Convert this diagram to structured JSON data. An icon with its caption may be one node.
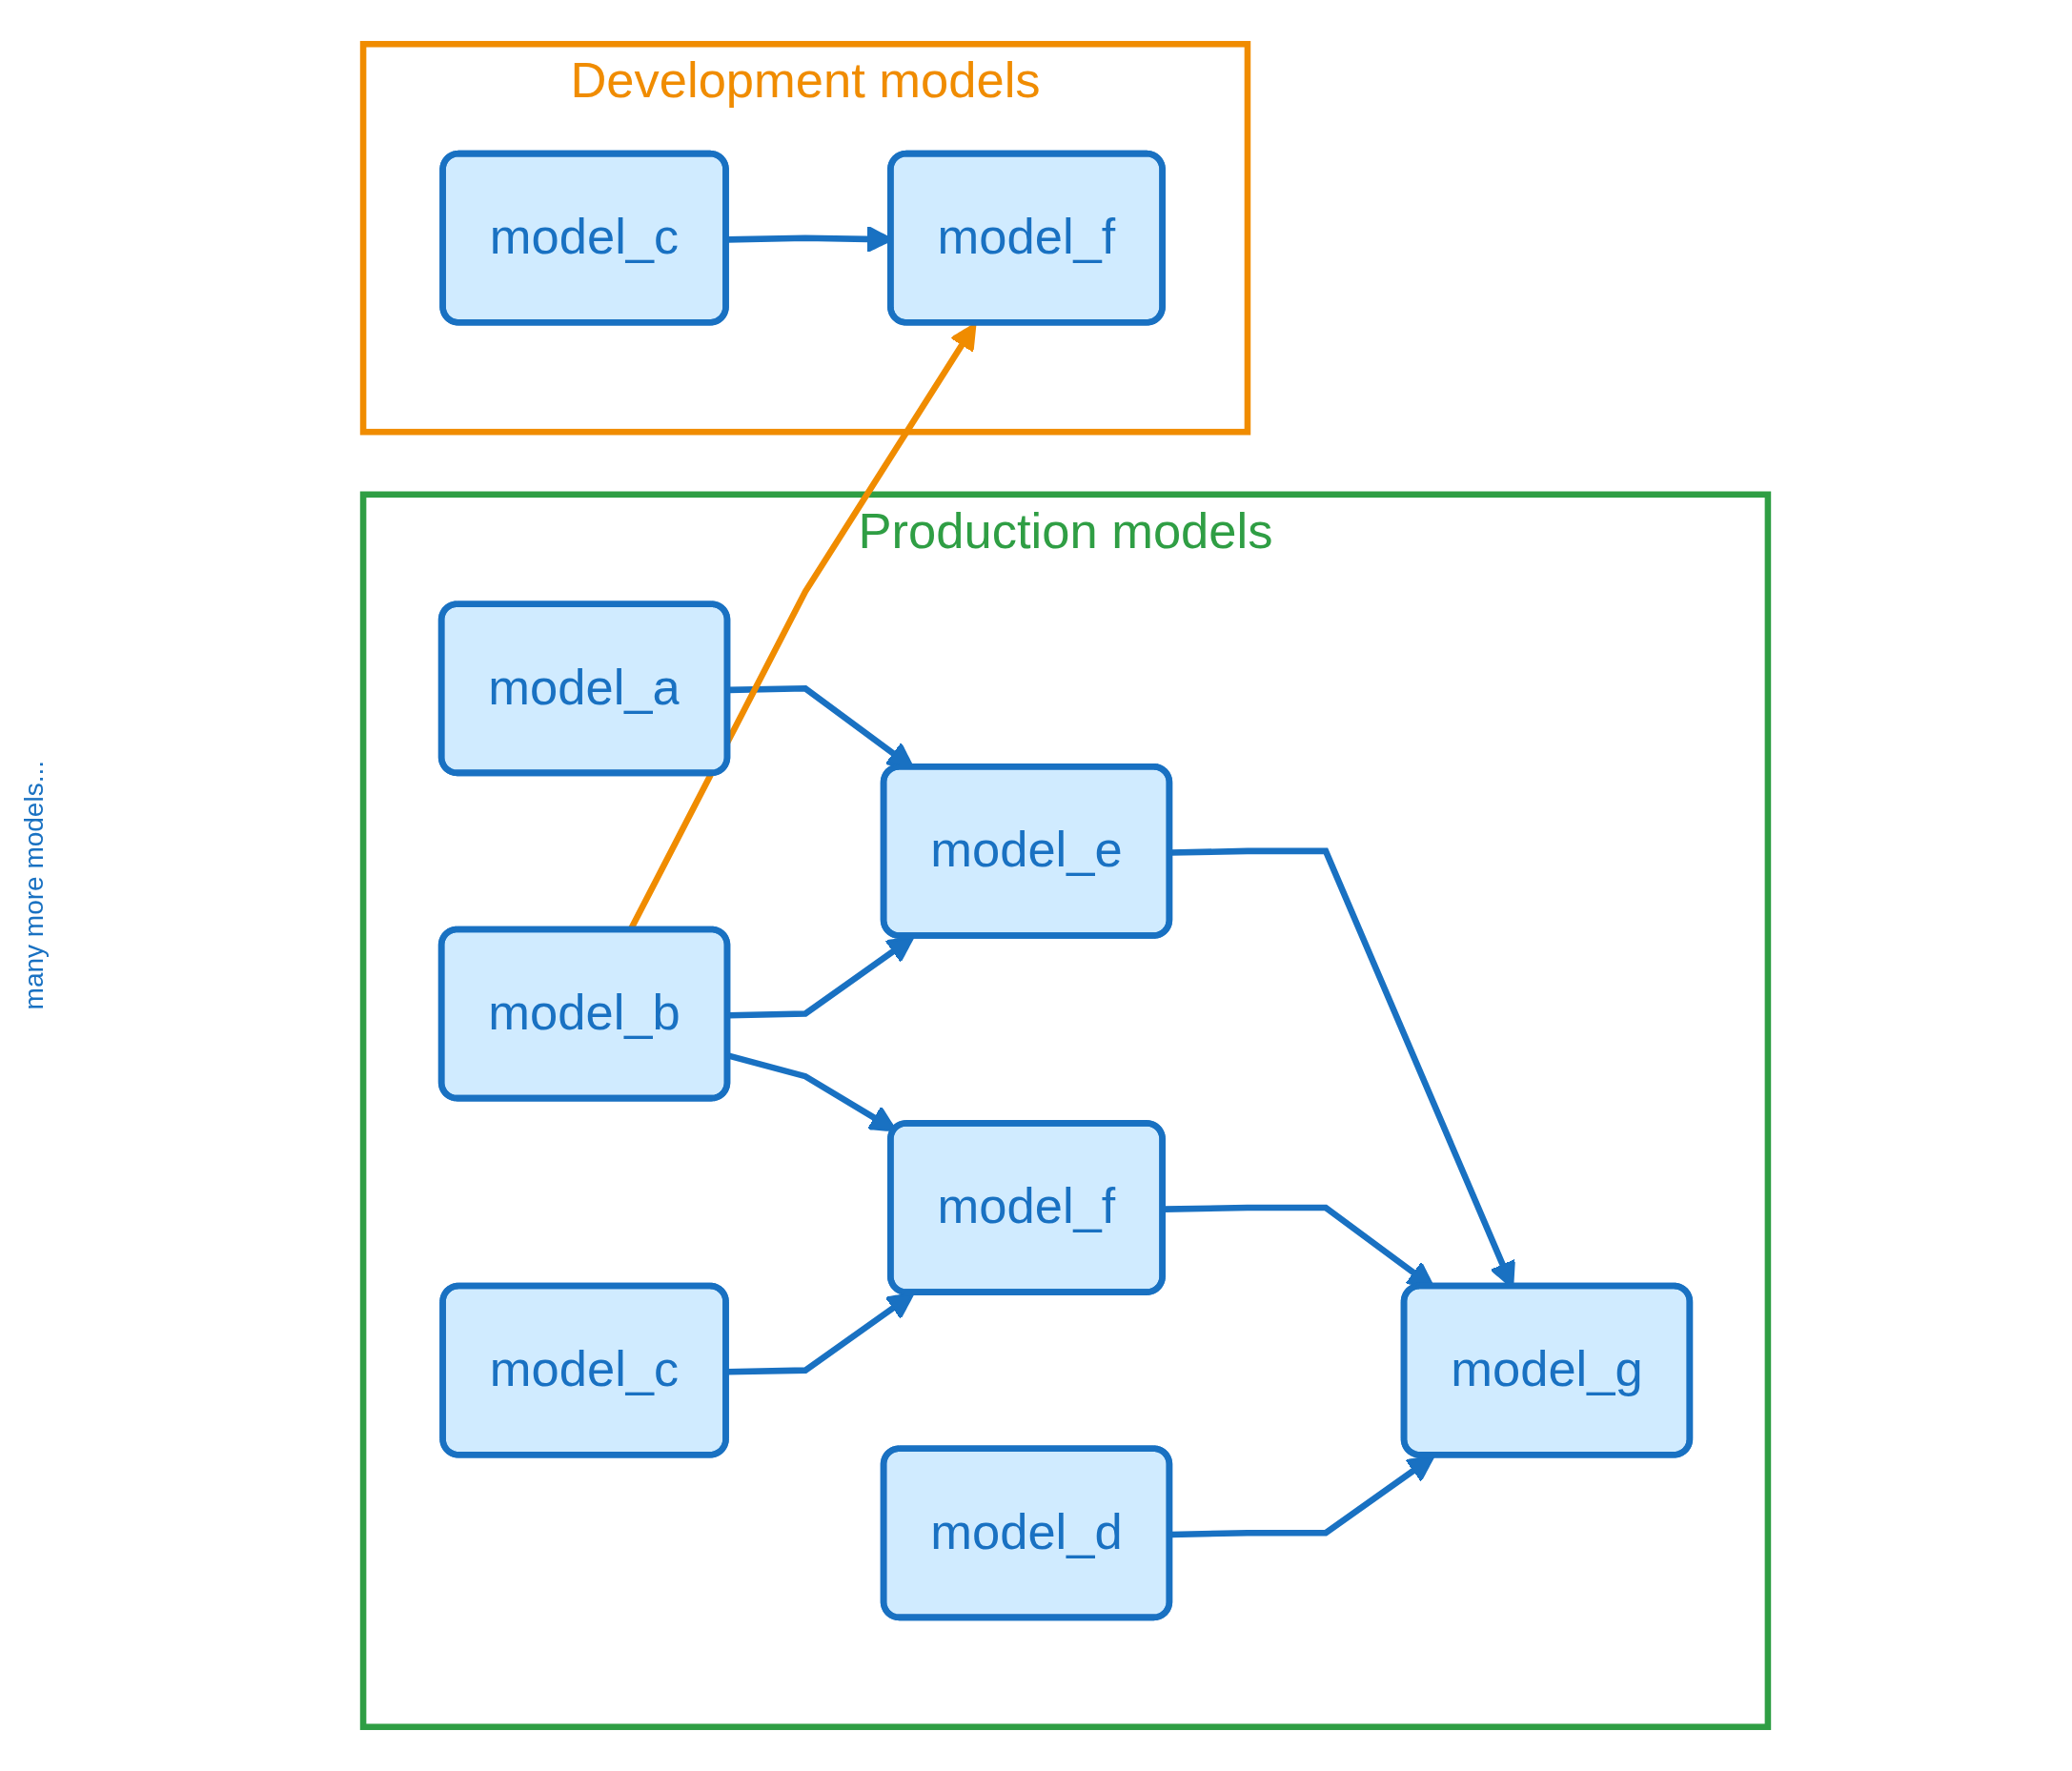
{
  "diagram": {
    "nodes": [
      {
        "text": [
          "Production models"
        ]
      },
      {
        "text": [
          "model_a"
        ],
        "in": 0
      },
      {
        "text": [
          "model_b"
        ],
        "in": 0
      },
      {
        "text": [
          "model_c"
        ],
        "in": 0
      },
      {
        "text": [
          "model_d"
        ],
        "in": 0
      },
      {
        "text": [
          "model_e"
        ],
        "in": 0
      },
      {
        "text": [
          "model_f"
        ],
        "in": 0
      },
      {
        "text": [
          "model_g"
        ],
        "in": 0
      },
      {
        "text": [
          "Development models"
        ]
      },
      {
        "text": [
          "model_c"
        ],
        "in": 8
      },
      {
        "text": [
          "model_f"
        ],
        "in": 8
      }
    ],
    "edges": [
      {
        "from": 1,
        "to": 5,
        "arrow": "to"
      },
      {
        "from": 2,
        "to": 5,
        "arrow": "to"
      },
      {
        "from": 2,
        "to": 6,
        "arrow": "to"
      },
      {
        "from": 3,
        "to": 6,
        "arrow": "to"
      },
      {
        "from": 5,
        "to": 7,
        "arrow": "to"
      },
      {
        "from": 6,
        "to": 7,
        "arrow": "to"
      },
      {
        "from": 4,
        "to": 7,
        "arrow": "to"
      },
      {
        "from": 2,
        "to": 10,
        "arrow": "to",
        "color": "#f08c00"
      },
      {
        "from": 9,
        "to": 10,
        "arrow": "to"
      }
    ],
    "labels": [
      "many more models..."
    ]
  }
}
